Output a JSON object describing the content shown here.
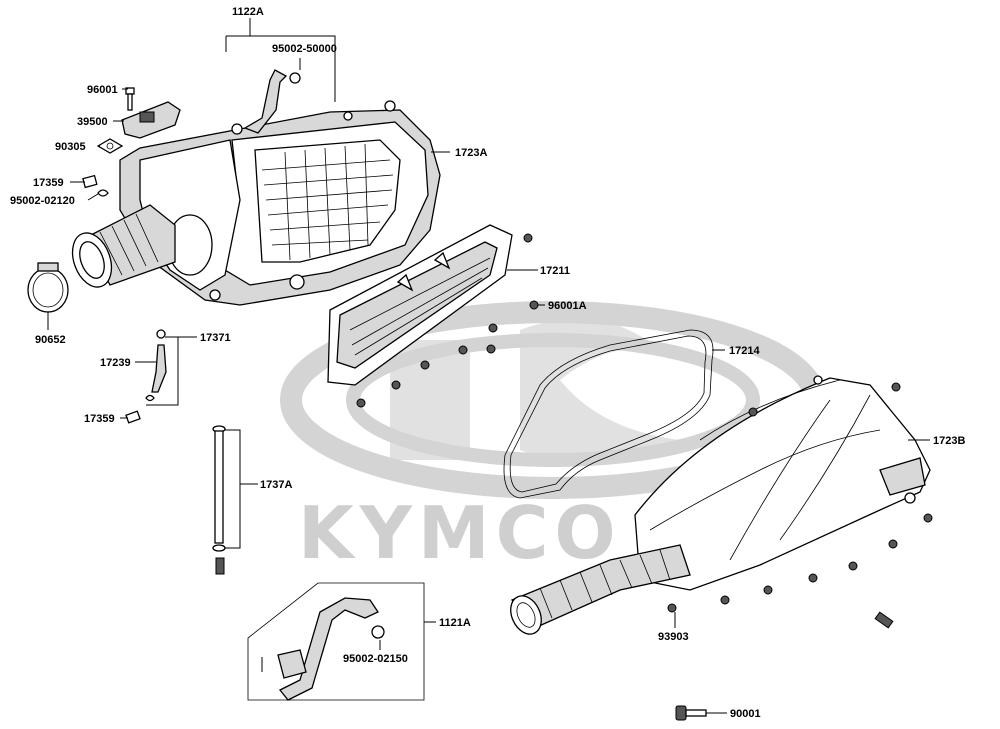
{
  "watermark": {
    "brand": "KYMCO"
  },
  "labels": {
    "l_1122A": "1122A",
    "l_95002_50000": "95002-50000",
    "l_96001": "96001",
    "l_39500": "39500",
    "l_90305": "90305",
    "l_1723A": "1723A",
    "l_17359_a": "17359",
    "l_95002_02120": "95002-02120",
    "l_17211": "17211",
    "l_96001A": "96001A",
    "l_90652": "90652",
    "l_17371": "17371",
    "l_17239": "17239",
    "l_17359_b": "17359",
    "l_17214": "17214",
    "l_1723B": "1723B",
    "l_1737A": "1737A",
    "l_1121A": "1121A",
    "l_95002_02150": "95002-02150",
    "l_93903": "93903",
    "l_90001": "90001"
  }
}
